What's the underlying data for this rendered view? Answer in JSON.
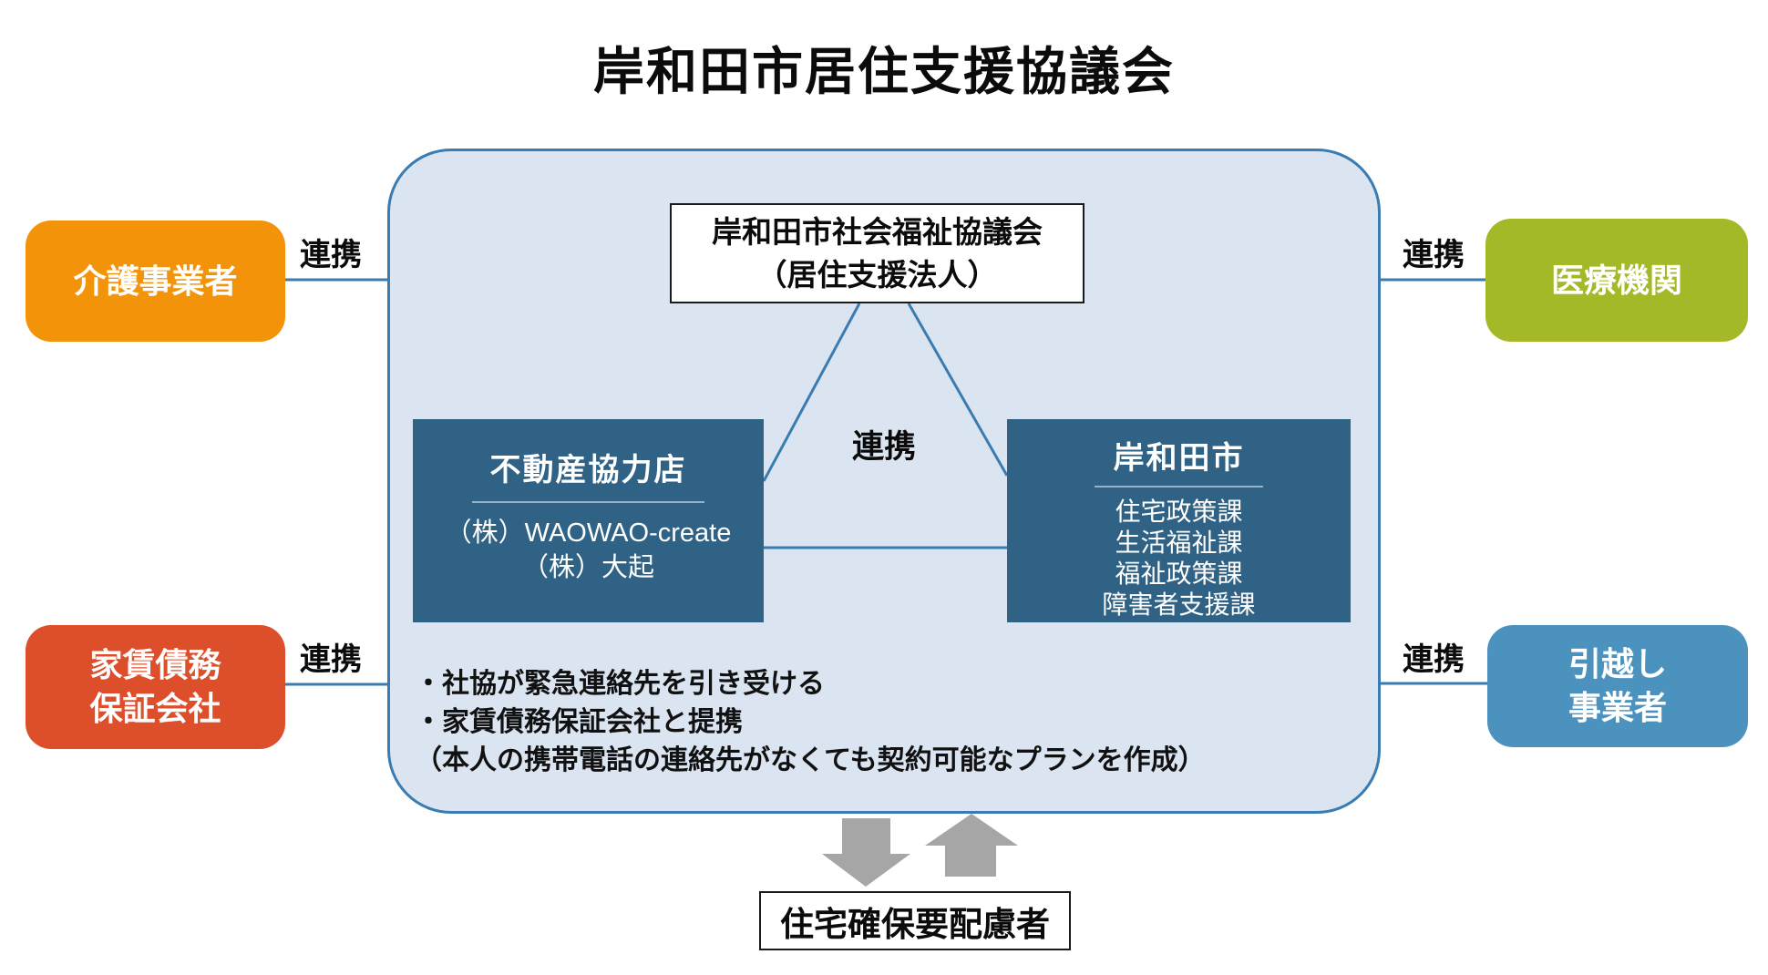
{
  "title": "岸和田市居住支援協議会",
  "colors": {
    "panel_fill": "#dbe5f1",
    "panel_border": "#3a7cb2",
    "connector_line": "#3a7cb2",
    "dark_box": "#2f6284",
    "care_orange": "#f2930a",
    "guarantee_red": "#dd4e2b",
    "medical_green": "#a5b928",
    "moving_blue": "#4c92be",
    "arrow_gray": "#a6a6a6"
  },
  "center_panel": {
    "council_box": {
      "line1": "岸和田市社会福祉協議会",
      "line2": "（居住支援法人）"
    },
    "realtor_box": {
      "heading": "不動産協力店",
      "members": [
        "（株）WAOWAO-create",
        "（株）大起"
      ]
    },
    "city_box": {
      "heading": "岸和田市",
      "departments": [
        "住宅政策課",
        "生活福祉課",
        "福祉政策課",
        "障害者支援課"
      ]
    },
    "triangle_label": "連携",
    "notes": [
      "・社協が緊急連絡先を引き受ける",
      "・家賃債務保証会社と提携",
      "（本人の携帯電話の連絡先がなくても契約可能なプランを作成）"
    ]
  },
  "partners": {
    "care": {
      "label": "介護事業者",
      "link": "連携"
    },
    "guarantee": {
      "line1": "家賃債務",
      "line2": "保証会社",
      "link": "連携"
    },
    "medical": {
      "label": "医療機関",
      "link": "連携"
    },
    "moving": {
      "line1": "引越し",
      "line2": "事業者",
      "link": "連携"
    }
  },
  "bottom": {
    "target_label": "住宅確保要配慮者"
  }
}
